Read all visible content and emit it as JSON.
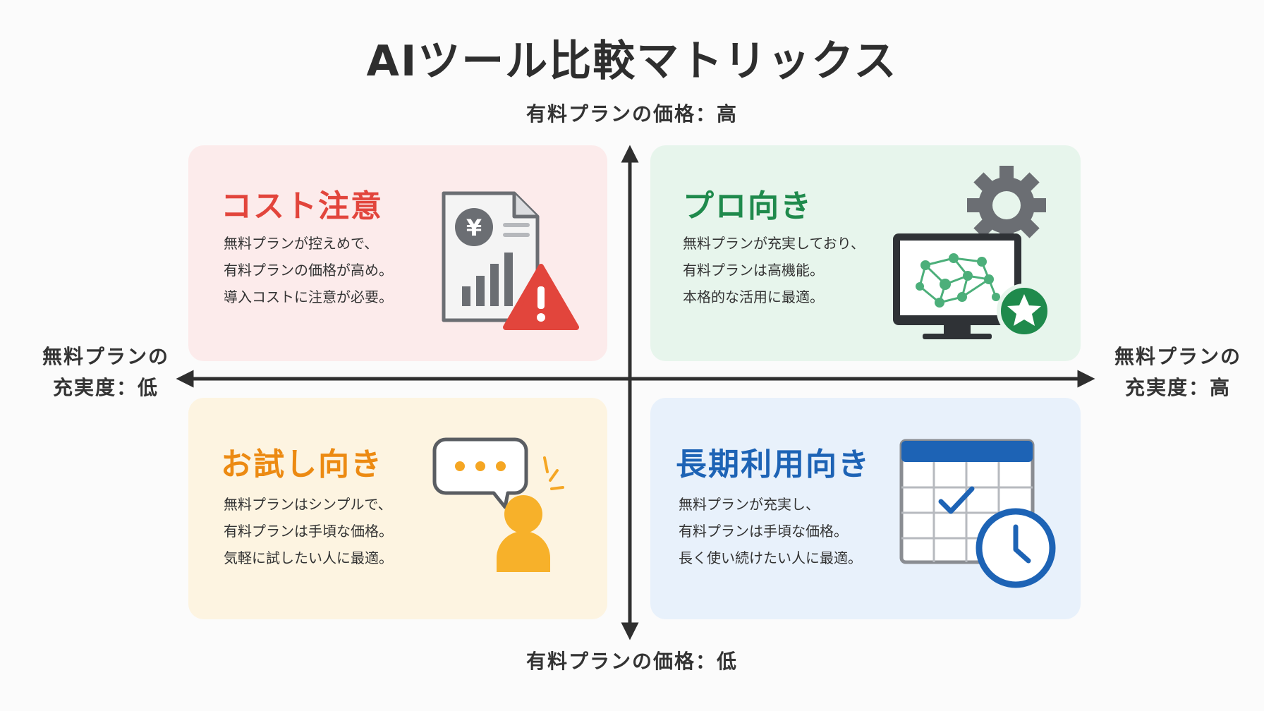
{
  "title": "AIツール比較マトリックス",
  "axes": {
    "top": "有料プランの価格：高",
    "bottom": "有料プランの価格：低",
    "left_line1": "無料プランの",
    "left_line2": "充実度：低",
    "right_line1": "無料プランの",
    "right_line2": "充実度：高"
  },
  "quadrants": {
    "top_left": {
      "title": "コスト注意",
      "lines": [
        "無料プランが控えめで、",
        "有料プランの価格が高め。",
        "導入コストに注意が必要。"
      ],
      "color": "#e2453c",
      "icon": "yen-document-warning-icon"
    },
    "top_right": {
      "title": "プロ向き",
      "lines": [
        "無料プランが充実しており、",
        "有料プランは高機能。",
        "本格的な活用に最適。"
      ],
      "color": "#1f8a4c",
      "icon": "monitor-gear-star-icon"
    },
    "bottom_left": {
      "title": "お試し向き",
      "lines": [
        "無料プランはシンプルで、",
        "有料プランは手頃な価格。",
        "気軽に試したい人に最適。"
      ],
      "color": "#ec8a12",
      "icon": "person-speech-bubble-icon"
    },
    "bottom_right": {
      "title": "長期利用向き",
      "lines": [
        "無料プランが充実し、",
        "有料プランは手頃な価格。",
        "長く使い続けたい人に最適。"
      ],
      "color": "#1d63b5",
      "icon": "calendar-clock-icon"
    }
  }
}
